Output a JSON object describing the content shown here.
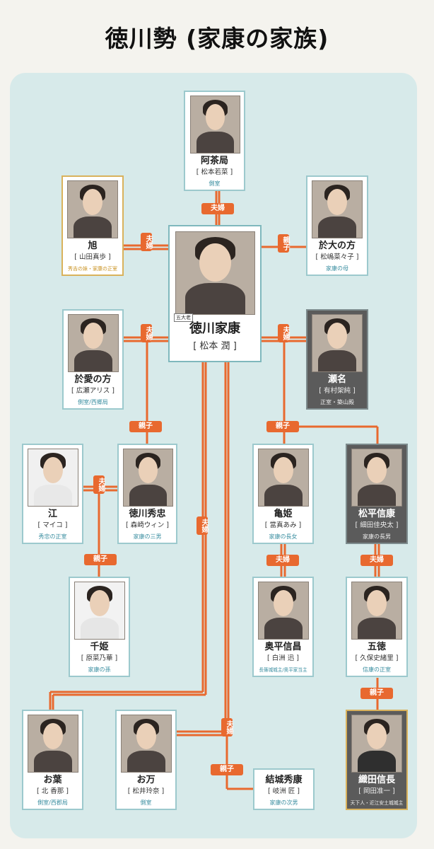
{
  "title": "徳川勢 (家康の家族)",
  "colors": {
    "line": "#e8692f",
    "panel": "#d7eaea",
    "card_border": "#9cc9cd",
    "role_text": "#3a8ea0",
    "highlight_border": "#d9b25c"
  },
  "labels": {
    "couple": "夫婦",
    "parent_child": "親子"
  },
  "people": {
    "acha": {
      "name": "阿茶局",
      "actor": "[ 松本若菜 ]",
      "role": "側室"
    },
    "asahi": {
      "name": "旭",
      "actor": "[ 山田真歩 ]",
      "role": "秀吉の妹・家康の正室"
    },
    "odai": {
      "name": "於大の方",
      "actor": "[ 松嶋菜々子 ]",
      "role": "家康の母"
    },
    "ieyasu": {
      "name": "徳川家康",
      "actor": "[ 松本 潤 ]",
      "tag": "五大老"
    },
    "oai": {
      "name": "於愛の方",
      "actor": "[ 広瀬アリス ]",
      "role": "側室/西郷局"
    },
    "sena": {
      "name": "瀬名",
      "actor": "[ 有村架純 ]",
      "role": "正室・築山殿"
    },
    "go": {
      "name": "江",
      "actor": "[ マイコ ]",
      "role": "秀忠の正室"
    },
    "hidetada": {
      "name": "徳川秀忠",
      "actor": "[ 森崎ウィン ]",
      "role": "家康の三男"
    },
    "kamehime": {
      "name": "亀姫",
      "actor": "[ 當真あみ ]",
      "role": "家康の長女"
    },
    "nobuyasu": {
      "name": "松平信康",
      "actor": "[ 細田佳央太 ]",
      "role": "家康の長男"
    },
    "senhime": {
      "name": "千姫",
      "actor": "[ 原菜乃華 ]",
      "role": "家康の孫"
    },
    "nobumasa": {
      "name": "奥平信昌",
      "actor": "[ 白洲 迅 ]",
      "role": "長篠城城主/奥平家当主"
    },
    "gotoku": {
      "name": "五徳",
      "actor": "[ 久保史緒里 ]",
      "role": "信康の正室"
    },
    "oha": {
      "name": "お葉",
      "actor": "[ 北 香那 ]",
      "role": "側室/西郡局"
    },
    "oman": {
      "name": "お万",
      "actor": "[ 松井玲奈 ]",
      "role": "側室"
    },
    "hideyasu": {
      "name": "結城秀康",
      "actor": "[ 岐洲 匠 ]",
      "role": "家康の次男"
    },
    "nobunaga": {
      "name": "織田信長",
      "actor": "[ 岡田准一 ]",
      "role": "天下人・近江安土城城主"
    }
  }
}
